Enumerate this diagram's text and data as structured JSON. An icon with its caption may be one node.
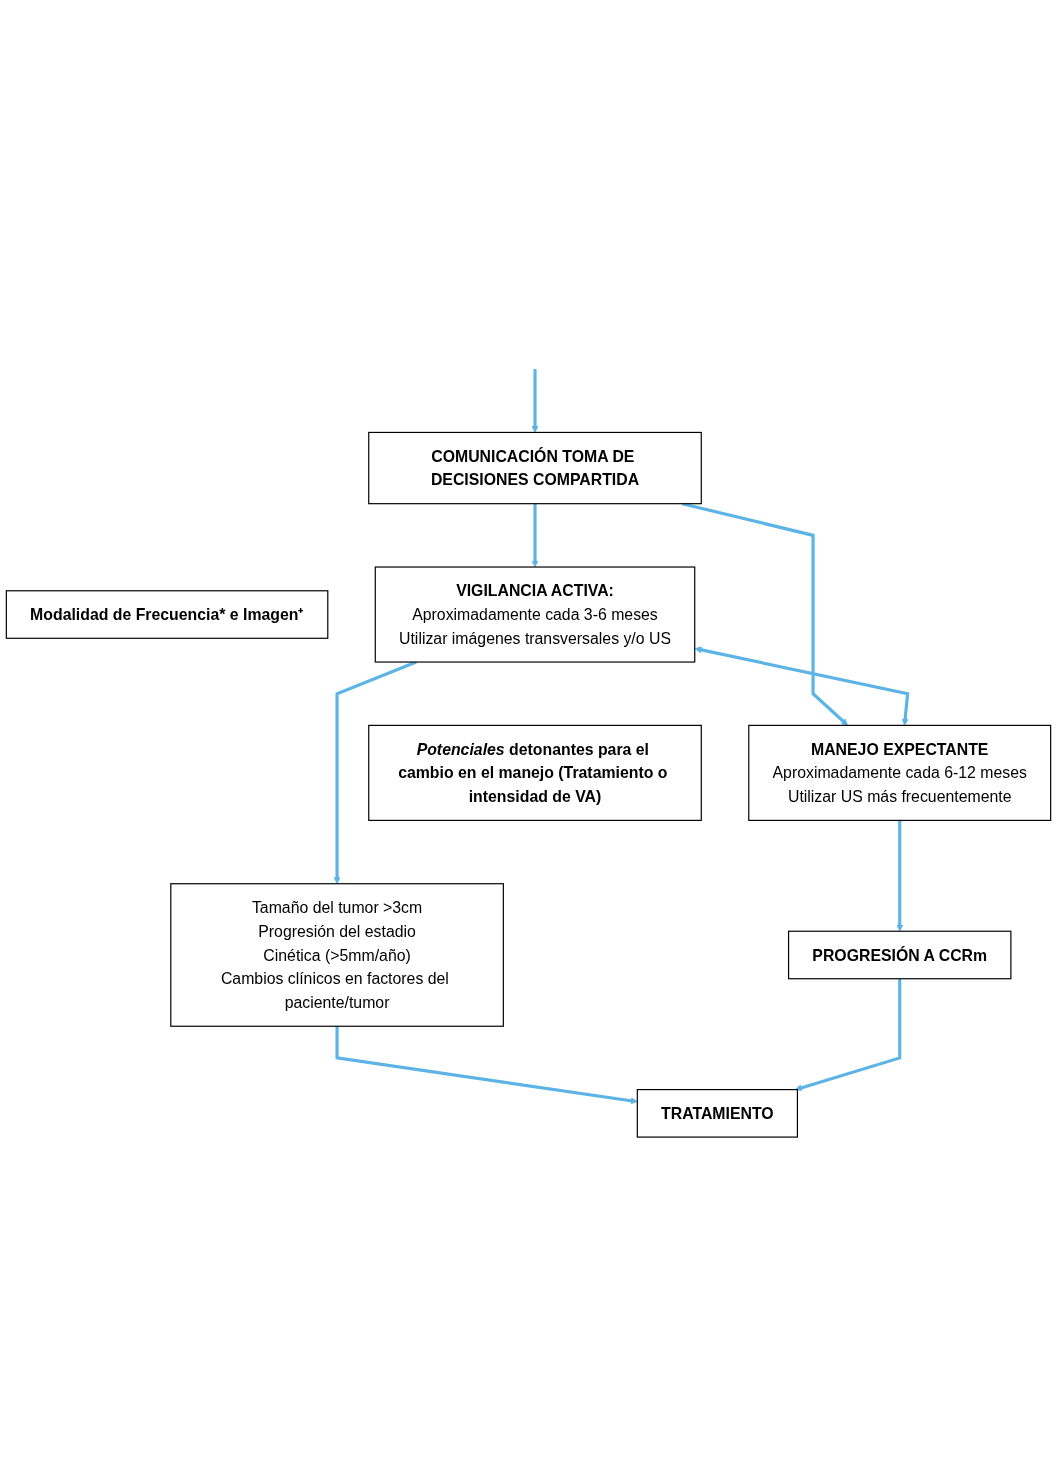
{
  "diagram": {
    "nodes": [
      {
        "text": [
          "COMUNICACIÓN TOMA DE DECISIONES COMPARTIDA"
        ]
      },
      {
        "text": [
          "Modalidad de Frecuencia* e Imagen⁺"
        ]
      },
      {
        "text": [
          "VIGILANCIA ACTIVA:",
          "Aproximadamente cada 3-6 meses",
          "Utilizar imágenes transversales y/o US"
        ]
      },
      {
        "text": [
          "MANEJO EXPECTANTE",
          "Aproximadamente cada 6-12 meses",
          "Utilizar US más frecuentemente"
        ]
      },
      {
        "text": [
          "*Potenciales* detonantes para el cambio en el manejo (Tratamiento o intensidad de VA)"
        ]
      },
      {
        "text": [
          "Tamaño del tumor >3cm",
          "Progresión del estadio",
          "Cinética (>5mm/año)",
          "Cambios clínicos en factores del paciente/tumor"
        ]
      },
      {
        "text": [
          "PROGRESIÓN A CCRm"
        ]
      },
      {
        "text": [
          "TRATAMIENTO"
        ]
      }
    ],
    "edges": [
      {
        "from": null,
        "to": 0,
        "arrow": "to"
      },
      {
        "from": 0,
        "to": 2,
        "arrow": "to"
      },
      {
        "from": 0,
        "to": 3,
        "arrow": "to"
      },
      {
        "from": 2,
        "to": 3,
        "arrow": "both"
      },
      {
        "from": 2,
        "to": 5,
        "arrow": "to"
      },
      {
        "from": 3,
        "to": 6,
        "arrow": "to"
      },
      {
        "from": 5,
        "to": 7,
        "arrow": "to"
      },
      {
        "from": 6,
        "to": 7,
        "arrow": "to"
      }
    ]
  }
}
